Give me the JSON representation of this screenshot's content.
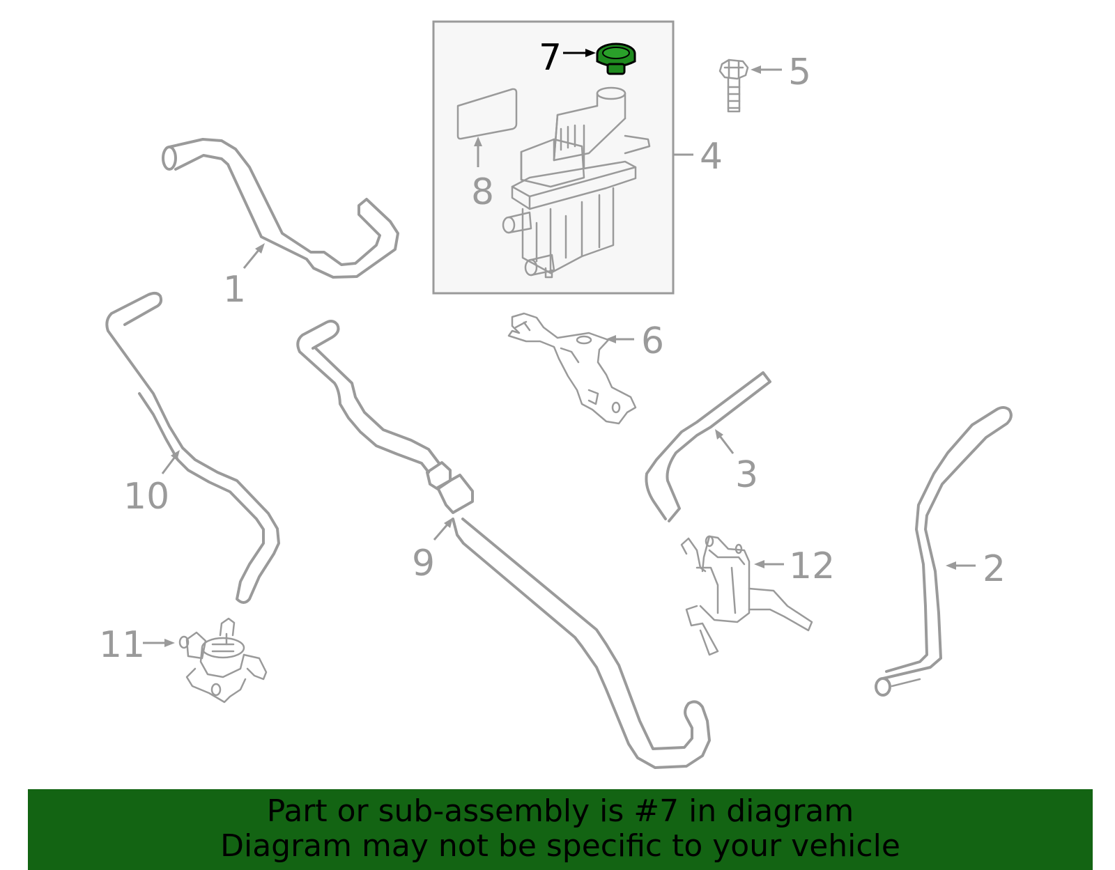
{
  "diagram": {
    "highlight_color": "#136413",
    "line_color": "#9a9a9a",
    "callouts": [
      {
        "id": "1",
        "text": "1"
      },
      {
        "id": "2",
        "text": "2"
      },
      {
        "id": "3",
        "text": "3"
      },
      {
        "id": "4",
        "text": "4"
      },
      {
        "id": "5",
        "text": "5"
      },
      {
        "id": "6",
        "text": "6"
      },
      {
        "id": "7",
        "text": "7"
      },
      {
        "id": "8",
        "text": "8"
      },
      {
        "id": "9",
        "text": "9"
      },
      {
        "id": "10",
        "text": "10"
      },
      {
        "id": "11",
        "text": "11"
      },
      {
        "id": "12",
        "text": "12"
      }
    ]
  },
  "banner": {
    "line1": "Part or sub-assembly is #7 in diagram",
    "line2": "Diagram may not be specific to your vehicle",
    "background": "#136413"
  }
}
